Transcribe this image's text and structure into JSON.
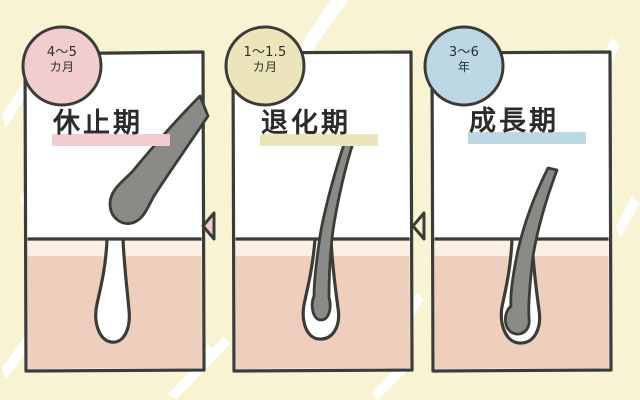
{
  "figure": {
    "background_color": "#f7f3d3",
    "ink_color": "#3b3b38",
    "hair_color": "#8a8a86",
    "dermis_color": "#eecfbd",
    "epidermis_color": "#fbeee3",
    "panel_fill": "#ffffff"
  },
  "panels": [
    {
      "id": "telogen",
      "title": "休止期",
      "title_highlight_color": "#f2cdd0",
      "badge": {
        "duration_line1": "4〜5",
        "duration_line2": "カ月",
        "fill_color": "#f2cdd0"
      },
      "illustration": {
        "name": "detached-club-hair-empty-follicle",
        "hair_state": "detached club hair above skin, empty follicle below"
      }
    },
    {
      "id": "catagen",
      "title": "退化期",
      "title_highlight_color": "#ece4bb",
      "badge": {
        "duration_line1": "1〜1.5",
        "duration_line2": "カ月",
        "fill_color": "#ece4bb"
      },
      "illustration": {
        "name": "regressing-hair-shrinking-follicle",
        "hair_state": "hair with shrinking bulb retracting in follicle"
      }
    },
    {
      "id": "anagen",
      "title": "成長期",
      "title_highlight_color": "#bcd8e4",
      "badge": {
        "duration_line1": "3〜6",
        "duration_line2": "年",
        "fill_color": "#bcd8e4"
      },
      "illustration": {
        "name": "growing-hair-full-follicle",
        "hair_state": "thick growing hair rooted in full bulb"
      }
    }
  ],
  "arrows": [
    {
      "id": "arrow-left-1",
      "direction": "left",
      "fill_color": "#f2cdd0",
      "filled": true
    },
    {
      "id": "arrow-left-2",
      "direction": "left",
      "fill_color": "none",
      "filled": false
    }
  ]
}
